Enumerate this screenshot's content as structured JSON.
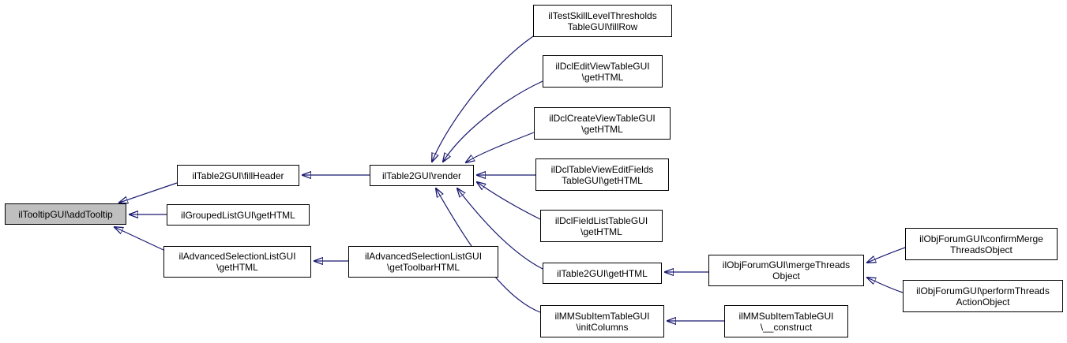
{
  "diagram_type": "caller-graph",
  "colors": {
    "edge": "#191970",
    "node_border": "#000000",
    "node_fill": "#ffffff",
    "root_node_fill": "#bfbfbf",
    "background": "#ffffff"
  },
  "nodes": {
    "add_tooltip": {
      "label": "ilTooltipGUI\\addTooltip"
    },
    "fill_header": {
      "label": "ilTable2GUI\\fillHeader"
    },
    "grouped_list_get_html": {
      "label": "ilGroupedListGUI\\getHTML"
    },
    "adv_sel_get_html": {
      "label": "ilAdvancedSelectionListGUI\n\\getHTML"
    },
    "adv_sel_get_toolbar_html": {
      "label": "ilAdvancedSelectionListGUI\n\\getToolbarHTML"
    },
    "render": {
      "label": "ilTable2GUI\\render"
    },
    "test_skill_fill_row": {
      "label": "ilTestSkillLevelThresholds\nTableGUI\\fillRow"
    },
    "dcl_edit_view_get_html": {
      "label": "ilDclEditViewTableGUI\n\\getHTML"
    },
    "dcl_create_view_get_html": {
      "label": "ilDclCreateViewTableGUI\n\\getHTML"
    },
    "dcl_table_view_edit_fields_get_html": {
      "label": "ilDclTableViewEditFields\nTableGUI\\getHTML"
    },
    "dcl_field_list_get_html": {
      "label": "ilDclFieldListTableGUI\n\\getHTML"
    },
    "table2_get_html": {
      "label": "ilTable2GUI\\getHTML"
    },
    "mm_sub_item_init_columns": {
      "label": "ilMMSubItemTableGUI\n\\initColumns"
    },
    "mm_sub_item_construct": {
      "label": "ilMMSubItemTableGUI\n\\__construct"
    },
    "forum_merge_threads": {
      "label": "ilObjForumGUI\\mergeThreads\nObject"
    },
    "forum_confirm_merge": {
      "label": "ilObjForumGUI\\confirmMerge\nThreadsObject"
    },
    "forum_perform_threads": {
      "label": "ilObjForumGUI\\performThreads\nActionObject"
    }
  },
  "edges": [
    {
      "from": "fill_header",
      "to": "add_tooltip"
    },
    {
      "from": "grouped_list_get_html",
      "to": "add_tooltip"
    },
    {
      "from": "adv_sel_get_html",
      "to": "add_tooltip"
    },
    {
      "from": "render",
      "to": "fill_header"
    },
    {
      "from": "adv_sel_get_toolbar_html",
      "to": "adv_sel_get_html"
    },
    {
      "from": "test_skill_fill_row",
      "to": "render"
    },
    {
      "from": "dcl_edit_view_get_html",
      "to": "render"
    },
    {
      "from": "dcl_create_view_get_html",
      "to": "render"
    },
    {
      "from": "dcl_table_view_edit_fields_get_html",
      "to": "render"
    },
    {
      "from": "dcl_field_list_get_html",
      "to": "render"
    },
    {
      "from": "table2_get_html",
      "to": "render"
    },
    {
      "from": "mm_sub_item_init_columns",
      "to": "render"
    },
    {
      "from": "forum_merge_threads",
      "to": "table2_get_html"
    },
    {
      "from": "mm_sub_item_construct",
      "to": "mm_sub_item_init_columns"
    },
    {
      "from": "forum_confirm_merge",
      "to": "forum_merge_threads"
    },
    {
      "from": "forum_perform_threads",
      "to": "forum_merge_threads"
    }
  ]
}
